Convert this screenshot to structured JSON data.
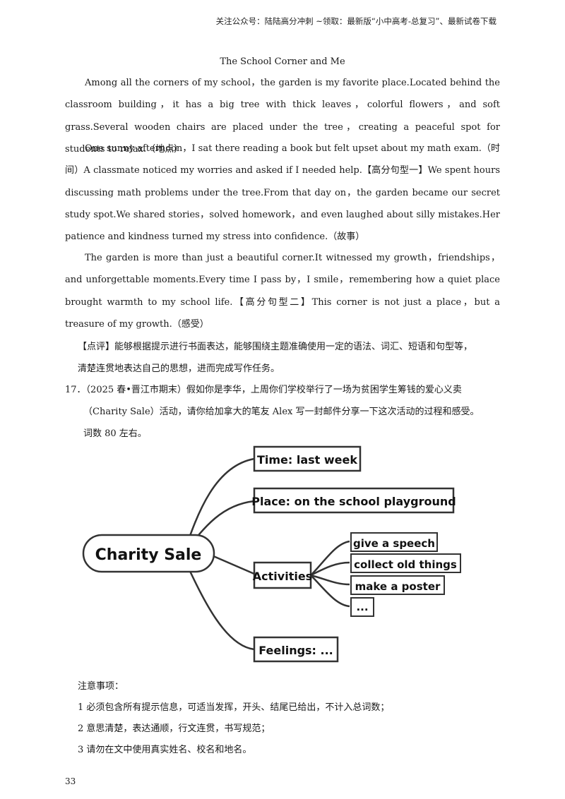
{
  "header": "关注公众号：陆陆高分冲刺   ~领取：最新版“小中高考-总复习”、最新试卷下载",
  "essay": {
    "title": "The School Corner and Me",
    "p1": "Among all the corners of my school，the garden is my favorite place.Located behind the classroom building，it has a big tree with thick leaves，colorful flowers，and soft grass.Several wooden chairs are placed under the tree，creating a peaceful spot for students to relax.（地点）",
    "p2": "One sunny afternoon，I sat there reading a book but felt upset about my math exam.（时间）A classmate noticed my worries and asked if I needed help.【高分句型一】We spent hours discussing math problems under the tree.From that day on，the garden became our secret study spot.We shared stories，solved homework，and even laughed about silly mistakes.Her patience and kindness turned my stress into confidence.（故事）",
    "p3": "The garden is more than just a beautiful corner.It witnessed my growth，friendships，and unforgettable moments.Every time I pass by，I smile，remembering how a quiet place brought warmth to my school life.【高分句型二】This corner is not just a place，but a treasure of my growth.（感受）"
  },
  "comment": {
    "line1": "【点评】能够根据提示进行书面表达，能够围绕主题准确使用一定的语法、词汇、短语和句型等，",
    "line2": "清楚连贯地表达自己的思想，进而完成写作任务。"
  },
  "question": {
    "number": "17．",
    "line1": "（2025 春•晋江市期末）假如你是李华，上周你们学校举行了一场为贫困学生筹钱的爱心义卖",
    "line2": "（Charity Sale）活动，请你给加拿大的笔友 Alex 写一封邮件分享一下这次活动的过程和感受。",
    "line3": "词数 80 左右。"
  },
  "mindmap": {
    "center": "Charity Sale",
    "time": "Time: last week",
    "place": "Place: on the school playground",
    "activities": "Activities",
    "activity_items": [
      "give a speech",
      "collect old things",
      "make a poster",
      "..."
    ],
    "feelings": "Feelings: ..."
  },
  "notes": {
    "heading": "注意事项：",
    "items": [
      "1 必须包含所有提示信息，可适当发挥，开头、结尾已给出，不计入总词数；",
      "2 意思清楚，表达通顺，行文连贯，书写规范；",
      "3 请勿在文中使用真实姓名、校名和地名。"
    ]
  },
  "page_number": "33"
}
